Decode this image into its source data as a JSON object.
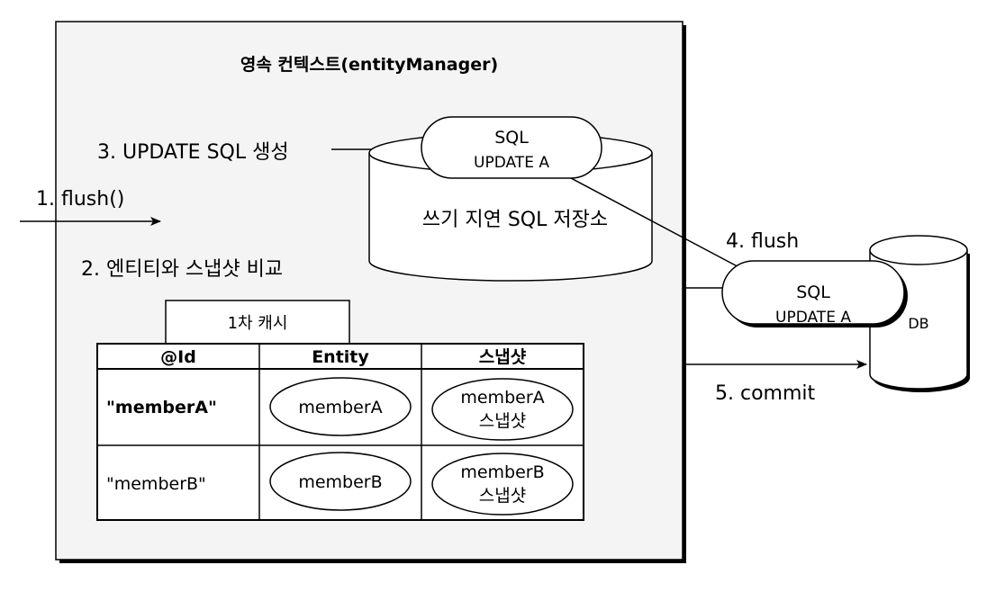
{
  "context": {
    "title": "영속 컨텍스트(entityManager)"
  },
  "steps": {
    "step1": "1. flush()",
    "step2": "2. 엔티티와 스냅샷 비교",
    "step3": "3. UPDATE SQL 생성",
    "step4": "4. flush",
    "step5": "5. commit"
  },
  "write_store": {
    "label": "쓰기 지연 SQL 저장소",
    "sql_line1": "SQL",
    "sql_line2": "UPDATE A"
  },
  "cache": {
    "tab_label": "1차 캐시",
    "headers": [
      "@Id",
      "Entity",
      "스냅샷"
    ],
    "rows": [
      {
        "id": "\"memberA\"",
        "entity": "memberA",
        "snapshot_line1": "memberA",
        "snapshot_line2": "스냅샷"
      },
      {
        "id": "\"memberB\"",
        "entity": "memberB",
        "snapshot_line1": "memberB",
        "snapshot_line2": "스냅샷"
      }
    ]
  },
  "db": {
    "label": "DB",
    "sql_line1": "SQL",
    "sql_line2": "UPDATE A"
  }
}
